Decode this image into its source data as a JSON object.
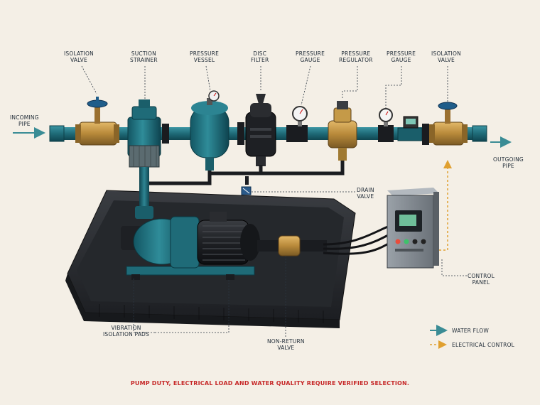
{
  "labels": {
    "isolation_valve_in": "ISOLATION\nVALVE",
    "suction_strainer": "SUCTION\nSTRAINER",
    "pressure_vessel": "PRESSURE\nVESSEL",
    "disc_filter": "DISC\nFILTER",
    "pressure_gauge_1": "PRESSURE\nGAUGE",
    "pressure_regulator": "PRESSURE\nREGULATOR",
    "pressure_gauge_2": "PRESSURE\nGAUGE",
    "isolation_valve_out": "ISOLATION\nVALVE",
    "incoming_pipe": "INCOMING\nPIPE",
    "outgoing_pipe": "OUTGOING\nPIPE",
    "drain_valve": "DRAIN\nVALVE",
    "control_panel": "CONTROL\nPANEL",
    "vibration_pads": "VIBRATION\nISOLATION PADS",
    "non_return_valve": "NON-RETURN\nVALVE"
  },
  "legend": {
    "water_flow": "WATER FLOW",
    "electrical_control": "ELECTRICAL CONTROL"
  },
  "warning": "PUMP DUTY, ELECTRICAL LOAD AND WATER QUALITY REQUIRE VERIFIED SELECTION.",
  "colors": {
    "pipe": "#1f6b78",
    "brass": "#b8893a",
    "tray": "#2e3136",
    "water_flow": "#3a8c95",
    "electrical": "#e0a030",
    "warning": "#c62828"
  }
}
